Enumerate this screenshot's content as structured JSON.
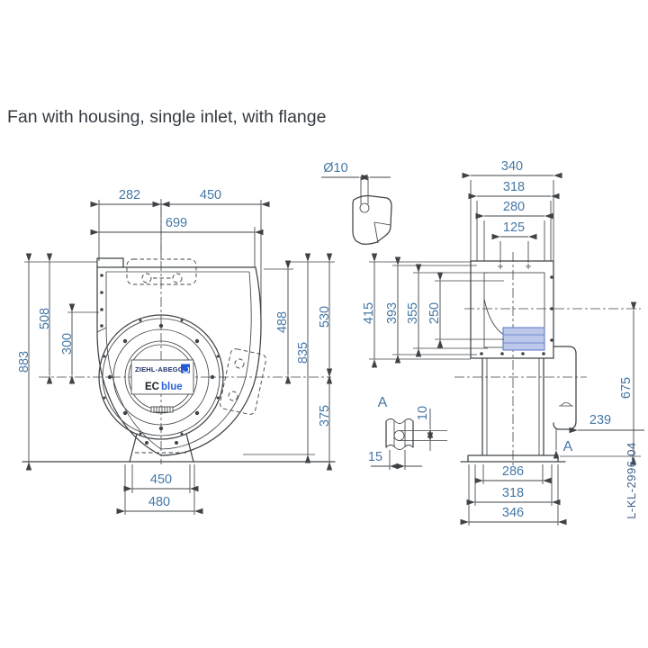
{
  "title": "Fan with housing, single inlet, with flange",
  "drawing_number": "L-KL-2996-04",
  "logo": {
    "brand": "ZIEHL-ABEGG",
    "product_ec": "EC",
    "product_blue": "blue"
  },
  "front_view": {
    "dim_top_left": "282",
    "dim_top_right": "450",
    "dim_overall_width": "699",
    "dim_overall_height": "883",
    "dim_left_upper": "508",
    "dim_left_inner": "300",
    "dim_right_inner": "488",
    "dim_right_mid": "835",
    "dim_right_upper": "530",
    "dim_right_lower": "375",
    "dim_foot_inner": "450",
    "dim_foot_outer": "480"
  },
  "side_view": {
    "dim_width_overall": "340",
    "dim_width_flange": "318",
    "dim_width_opening": "280",
    "dim_width_holes": "125",
    "dim_height_overall": "415",
    "dim_height_flange": "393",
    "dim_height_opening": "355",
    "dim_height_holes": "250",
    "dim_motor_depth": "239",
    "dim_height_right": "675",
    "dim_base_inner": "286",
    "dim_base_mid": "318",
    "dim_base_outer": "346",
    "section_label": "A"
  },
  "details": {
    "hole_dia": "Ø10",
    "detail_label": "A",
    "slot_height": "10",
    "slot_width": "15"
  },
  "colors": {
    "line": "#3f4347",
    "dimension_text": "#4577a6",
    "motor_box_fill": "#bcc8ea",
    "motor_box_stroke": "#5a74c8",
    "logo_navy": "#1c2f66",
    "ec_blue": "#2a62d9"
  }
}
